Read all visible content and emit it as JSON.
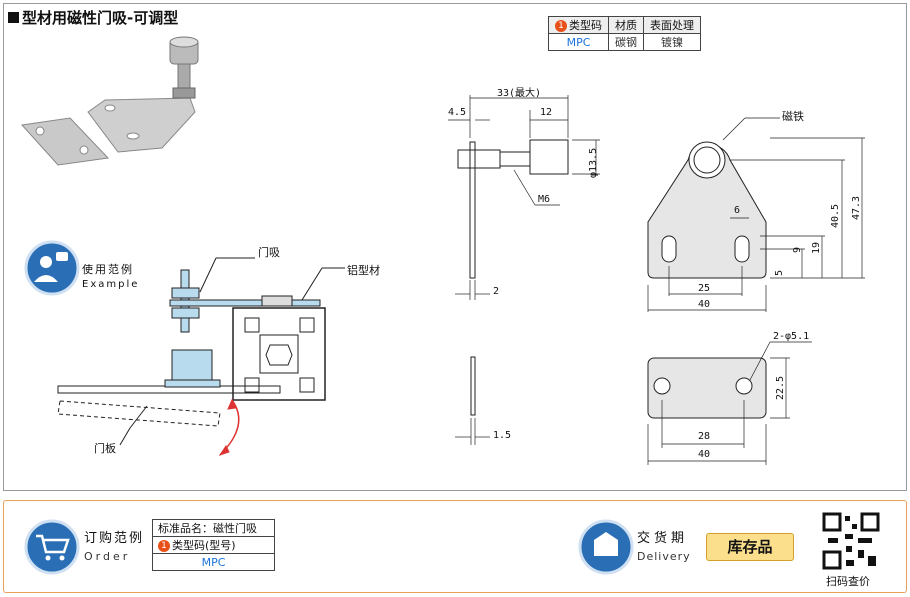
{
  "title": "型材用磁性门吸-可调型",
  "spec_table": {
    "headers": [
      "类型码",
      "材质",
      "表面处理"
    ],
    "header_badge": "1",
    "row": [
      "MPC",
      "碳钢",
      "镀镍"
    ]
  },
  "example": {
    "label_cn": "使用范例",
    "label_en": "Example"
  },
  "callouts": {
    "door_catch": "门吸",
    "aluminum_profile": "铝型材",
    "door_panel": "门板",
    "magnet_iron": "磁铁"
  },
  "dimensions": {
    "d33": "33(最大)",
    "d4_5": "4.5",
    "d12": "12",
    "d13_5": "φ13.5",
    "m6": "M6",
    "d2": "2",
    "d1_5": "1.5",
    "d6": "6",
    "d9": "9",
    "d19": "19",
    "d5": "5",
    "d40_5": "40.5",
    "d47_3": "47.3",
    "d25": "25",
    "d40a": "40",
    "d2_5_1": "2-φ5.1",
    "d22_5": "22.5",
    "d28": "28",
    "d40b": "40"
  },
  "order": {
    "label_cn": "订购范例",
    "label_en": "Order",
    "row1": "标准品名：磁性门吸",
    "row2_badge": "1",
    "row2": "类型码(型号)",
    "row3": "MPC"
  },
  "delivery": {
    "label_cn": "交货期",
    "label_en": "Delivery",
    "stock": "库存品"
  },
  "qr": {
    "label": "扫码查价"
  },
  "colors": {
    "accent_blue": "#2a6fb5",
    "badge_orange": "#e8501a",
    "stock_yellow": "#fbdf8c",
    "border_orange": "#e8a05a"
  }
}
